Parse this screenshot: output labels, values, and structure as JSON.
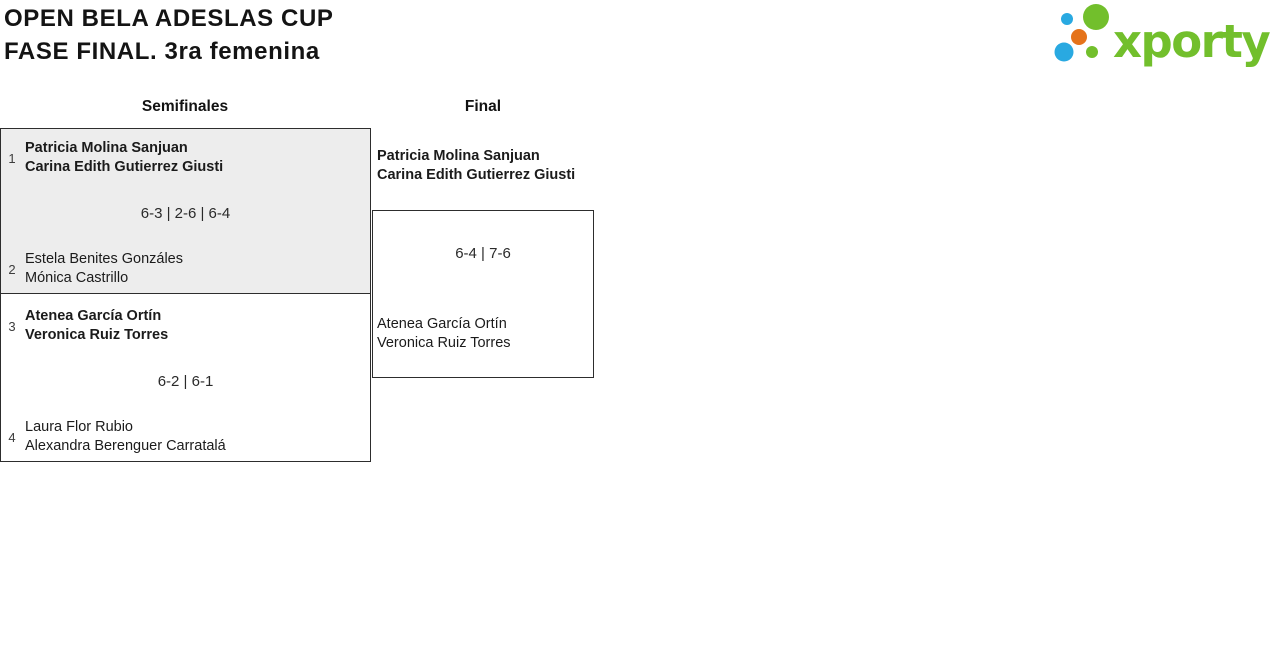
{
  "header": {
    "title_line1": "OPEN BELA ADESLAS CUP",
    "title_line2": "FASE FINAL. 3ra femenina",
    "logo_text": "xporty"
  },
  "colors": {
    "brand_green": "#72bf2c",
    "brand_blue": "#29a9e1",
    "brand_orange": "#e5731a",
    "match_alt_bg": "#ededed",
    "box_border": "#2d2d2d"
  },
  "rounds": [
    {
      "label": "Semifinales"
    },
    {
      "label": "Final"
    }
  ],
  "bracket": {
    "semifinal1": {
      "seed1": "1",
      "team1": [
        "Patricia Molina Sanjuan",
        "Carina Edith Gutierrez Giusti"
      ],
      "score": "6-3 | 2-6 | 6-4",
      "seed2": "2",
      "team2": [
        "Estela Benites Gonzáles",
        "Mónica Castrillo"
      ],
      "winner": "team1"
    },
    "semifinal2": {
      "seed1": "3",
      "team1": [
        "Atenea García Ortín",
        "Veronica Ruiz Torres"
      ],
      "score": "6-2 | 6-1",
      "seed2": "4",
      "team2": [
        "Laura Flor Rubio",
        "Alexandra Berenguer Carratalá"
      ],
      "winner": "team1"
    },
    "final": {
      "team1": [
        "Patricia Molina Sanjuan",
        "Carina Edith Gutierrez Giusti"
      ],
      "score": "6-4 | 7-6",
      "team2": [
        "Atenea García Ortín",
        "Veronica Ruiz Torres"
      ],
      "winner": "team1"
    }
  }
}
